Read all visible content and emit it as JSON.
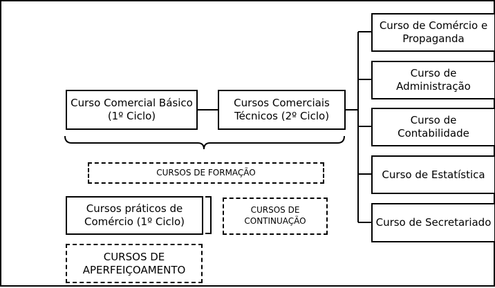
{
  "main_chain": [
    {
      "label": "Curso Comercial Básico (1º Ciclo)"
    },
    {
      "label": "Cursos Comerciais Técnicos (2º Ciclo)"
    }
  ],
  "branches": [
    {
      "label": "Curso de Comércio e Propaganda"
    },
    {
      "label": "Curso de Administração"
    },
    {
      "label": "Curso de Contabilidade"
    },
    {
      "label": "Curso de Estatística"
    },
    {
      "label": "Curso de Secretariado"
    }
  ],
  "groups": {
    "formacao": "CURSOS DE FORMAÇÃO",
    "praticos": "Cursos práticos de Comércio (1º Ciclo)",
    "continuacao": "CURSOS DE CONTINUAÇÃO",
    "aperfeicoamento": "CURSOS DE APERFEIÇOAMENTO"
  },
  "colors": {
    "stroke": "#000000",
    "background": "#ffffff"
  }
}
